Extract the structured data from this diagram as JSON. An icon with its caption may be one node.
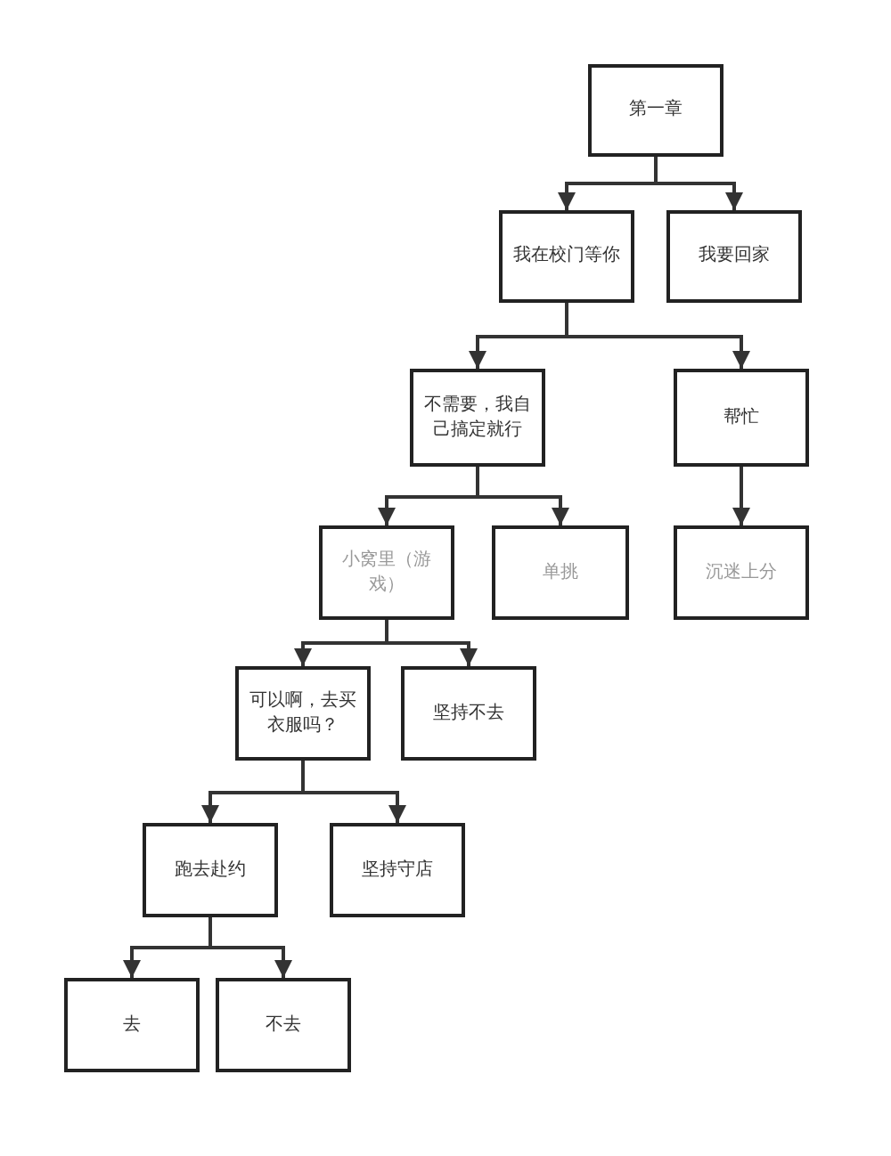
{
  "diagram": {
    "nodes": [
      {
        "text": [
          "第一章"
        ]
      },
      {
        "text": [
          "我在校门等你"
        ]
      },
      {
        "text": [
          "我要回家"
        ]
      },
      {
        "text": [
          "不需要，我自己搞定就行"
        ]
      },
      {
        "text": [
          "帮忙"
        ]
      },
      {
        "text": [
          "小窝里（游戏）"
        ]
      },
      {
        "text": [
          "单挑"
        ]
      },
      {
        "text": [
          "沉迷上分"
        ]
      },
      {
        "text": [
          "可以啊，去买衣服吗？"
        ]
      },
      {
        "text": [
          "坚持不去"
        ]
      },
      {
        "text": [
          "跑去赴约"
        ]
      },
      {
        "text": [
          "坚持守店"
        ]
      },
      {
        "text": [
          "去"
        ]
      },
      {
        "text": [
          "不去"
        ]
      }
    ],
    "edges": [
      {
        "from": 0,
        "to": 1,
        "arrow": "to"
      },
      {
        "from": 0,
        "to": 2,
        "arrow": "to"
      },
      {
        "from": 1,
        "to": 3,
        "arrow": "to"
      },
      {
        "from": 1,
        "to": 4,
        "arrow": "to"
      },
      {
        "from": 3,
        "to": 5,
        "arrow": "to"
      },
      {
        "from": 3,
        "to": 6,
        "arrow": "to"
      },
      {
        "from": 4,
        "to": 7,
        "arrow": "to"
      },
      {
        "from": 5,
        "to": 8,
        "arrow": "to"
      },
      {
        "from": 5,
        "to": 9,
        "arrow": "to"
      },
      {
        "from": 8,
        "to": 10,
        "arrow": "to"
      },
      {
        "from": 8,
        "to": 11,
        "arrow": "to"
      },
      {
        "from": 10,
        "to": 12,
        "arrow": "to"
      },
      {
        "from": 10,
        "to": 13,
        "arrow": "to"
      }
    ]
  }
}
